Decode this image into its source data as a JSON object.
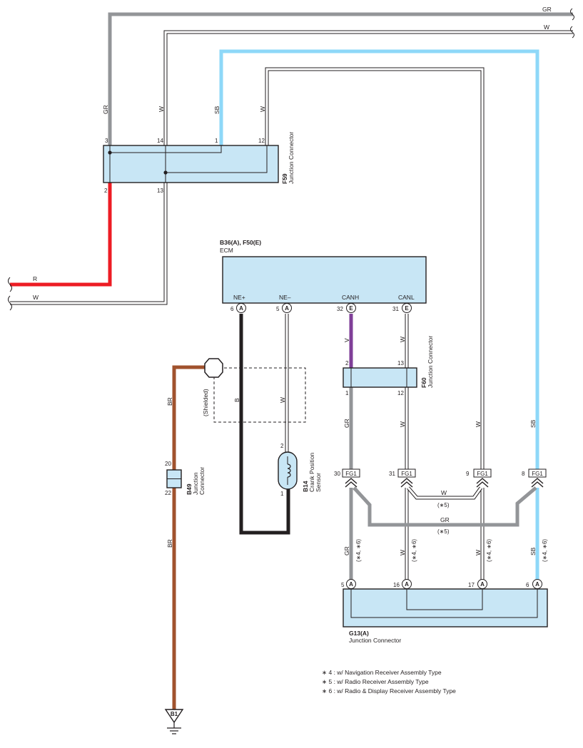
{
  "colors": {
    "GR": "#939598",
    "W": "#ffffff",
    "SB": "#8ed8f8",
    "R": "#ed1c24",
    "B": "#231f20",
    "V": "#7f3f98",
    "BR": "#a0522d",
    "connector_fill": "#c8e6f5"
  },
  "wire_labels": {
    "top_gr": "GR",
    "top_w": "W",
    "f59_gr": "GR",
    "f59_w": "W",
    "f59_sb": "SB",
    "f59_w2": "W",
    "left_r": "R",
    "left_w": "W",
    "ne_b": "B",
    "ne_w": "W",
    "canh_v": "V",
    "canl_w": "W",
    "gr_f60": "GR",
    "w_f60": "W",
    "w_long": "W",
    "sb_long": "SB",
    "br_top": "BR",
    "br_bottom": "BR",
    "cross_w": "W",
    "cross_w_note": "(∗5)",
    "cross_gr": "GR",
    "cross_gr_note": "(∗5)",
    "low_gr": "GR",
    "low_gr_note": "(∗4, ∗6)",
    "low_w1": "W",
    "low_w1_note": "(∗4, ∗6)",
    "low_w2": "W",
    "low_w2_note": "(∗4, ∗6)",
    "low_sb": "SB",
    "low_sb_note": "(∗4, ∗6)",
    "shielded": "(Shielded)"
  },
  "connectors": {
    "f59": {
      "code": "F59",
      "name": "Junction Connector",
      "pins": [
        "3",
        "14",
        "1",
        "12",
        "2",
        "13"
      ]
    },
    "ecm": {
      "code": "B36(A), F50(E)",
      "name": "ECM",
      "terminals": [
        "NE+",
        "NE–",
        "CANH",
        "CANL"
      ],
      "pins": [
        "6",
        "5",
        "32",
        "31"
      ],
      "letters": [
        "A",
        "A",
        "E",
        "E"
      ]
    },
    "f60": {
      "code": "F60",
      "name": "Junction Connector",
      "pins": [
        "2",
        "13",
        "1",
        "12"
      ]
    },
    "b49": {
      "code": "B49",
      "name1": "Junction",
      "name2": "Connector",
      "pins": [
        "20",
        "22"
      ]
    },
    "b14": {
      "code": "B14",
      "name1": "Crank Position",
      "name2": "Sensor",
      "pins": [
        "2",
        "1"
      ]
    },
    "fg1": {
      "label": "FG1",
      "pins": [
        "30",
        "31",
        "9",
        "8"
      ]
    },
    "g13": {
      "code": "G13(A)",
      "name": "Junction Connector",
      "pins": [
        "5",
        "16",
        "17",
        "6"
      ],
      "letter": "A"
    },
    "ground": {
      "code": "B1"
    }
  },
  "notes": [
    "∗ 4 : w/ Navigation Receiver Assembly Type",
    "∗ 5 : w/ Radio Receiver Assembly Type",
    "∗ 6 : w/ Radio & Display Receiver Assembly Type"
  ]
}
